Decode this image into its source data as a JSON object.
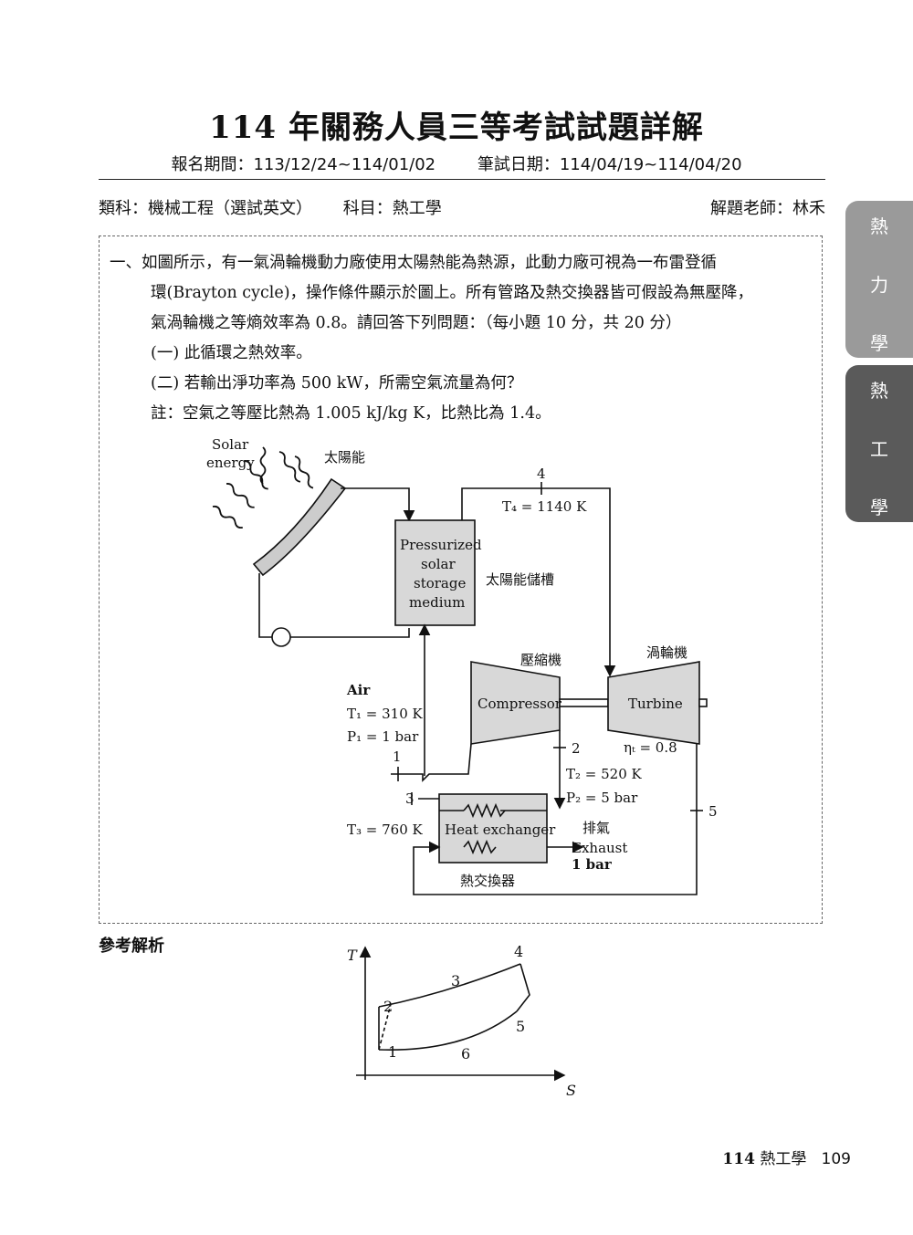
{
  "header": {
    "title": "114 年關務人員三等考試試題詳解",
    "signup_period": "報名期間：113/12/24~114/01/02",
    "exam_date": "筆試日期：114/04/19~114/04/20"
  },
  "meta": {
    "category": "類科：機械工程（選試英文）",
    "subject": "科目：熱工學",
    "teacher": "解題老師：林禾"
  },
  "question": {
    "line1": "一、如圖所示，有一氣渦輪機動力廠使用太陽熱能為熱源，此動力廠可視為一布雷登循",
    "line2": "環(Brayton cycle)，操作條件顯示於圖上。所有管路及熱交換器皆可假設為無壓降，",
    "line3": "氣渦輪機之等熵效率為 0.8。請回答下列問題：（每小題 10 分，共 20 分）",
    "part1": "(一) 此循環之熱效率。",
    "part2": "(二) 若輸出淨功率為 500 kW，所需空氣流量為何？",
    "note": "註：空氣之等壓比熱為 1.005 kJ/kg K，比熱比為 1.4。"
  },
  "diagram": {
    "solar_energy_1": "Solar",
    "solar_energy_2": "energy",
    "solar_zh": "太陽能",
    "state4": "4",
    "t4": "T₄ = 1140 K",
    "storage_1": "Pressurized",
    "storage_2": "solar",
    "storage_3": "storage",
    "storage_4": "medium",
    "storage_zh": "太陽能儲槽",
    "compressor_zh": "壓縮機",
    "turbine_zh": "渦輪機",
    "compressor": "Compressor",
    "turbine": "Turbine",
    "air": "Air",
    "t1": "T₁ = 310 K",
    "p1": "P₁ = 1 bar",
    "state1": "1",
    "state2": "2",
    "eta": "ηₜ = 0.8",
    "t2": "T₂ = 520 K",
    "p2": "P₂ = 5 bar",
    "state3": "3",
    "state5": "5",
    "t3": "T₃ = 760 K",
    "hx": "Heat exchanger",
    "exhaust_zh": "排氣",
    "exhaust": "Exhaust",
    "exhaust_p": "1 bar",
    "hx_zh": "熱交換器"
  },
  "answer": {
    "ref_label": "參考解析",
    "ts": {
      "T": "T",
      "S": "S",
      "p1": "1",
      "p2": "2",
      "p3": "3",
      "p4": "4",
      "p5": "5",
      "p6": "6"
    }
  },
  "footer": {
    "year": "114",
    "book": "熱工學",
    "page": "109"
  },
  "side_tabs": {
    "tab1": [
      "熱",
      "力",
      "學"
    ],
    "tab2": [
      "熱",
      "工",
      "學"
    ]
  }
}
